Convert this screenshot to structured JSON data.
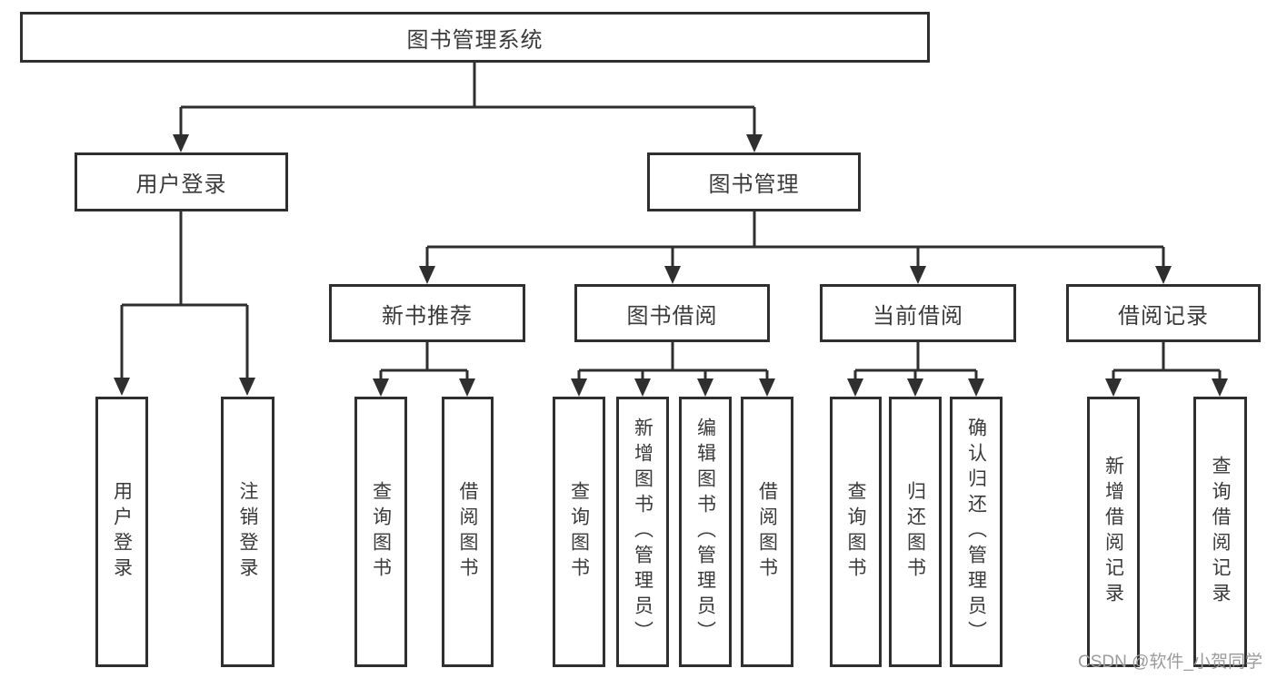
{
  "tree": {
    "label": "图书管理系统",
    "children": [
      {
        "label": "用户登录",
        "children": [
          {
            "label": "用户登录"
          },
          {
            "label": "注销登录"
          }
        ]
      },
      {
        "label": "图书管理",
        "children": [
          {
            "label": "新书推荐",
            "children": [
              {
                "label": "查询图书"
              },
              {
                "label": "借阅图书"
              }
            ]
          },
          {
            "label": "图书借阅",
            "children": [
              {
                "label": "查询图书"
              },
              {
                "label": "新增图书（管理员）"
              },
              {
                "label": "编辑图书（管理员）"
              },
              {
                "label": "借阅图书"
              }
            ]
          },
          {
            "label": "当前借阅",
            "children": [
              {
                "label": "查询图书"
              },
              {
                "label": "归还图书"
              },
              {
                "label": "确认归还（管理员）"
              }
            ]
          },
          {
            "label": "借阅记录",
            "children": [
              {
                "label": "新增借阅记录"
              },
              {
                "label": "查询借阅记录"
              }
            ]
          }
        ]
      }
    ]
  },
  "watermark": {
    "text": "CSDN @软件_小贺同学"
  },
  "colors": {
    "line": "#2f2f2f",
    "text": "#3a3a3a",
    "watermark": "#9b9b9b",
    "background": "#ffffff"
  }
}
